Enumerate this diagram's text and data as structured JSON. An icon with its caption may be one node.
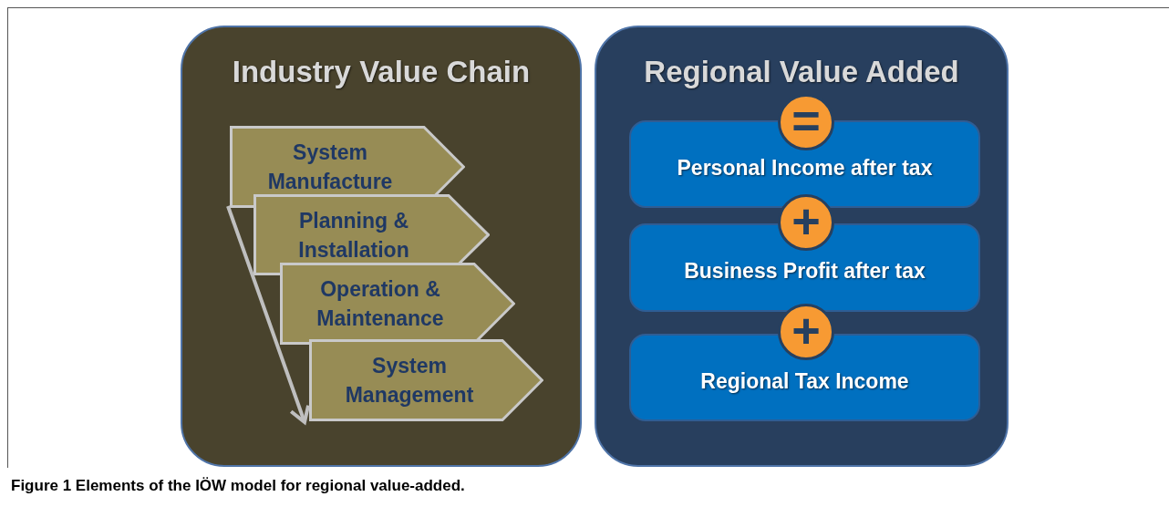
{
  "diagram": {
    "caption": "Figure 1 Elements of the IÖW model for regional value-added.",
    "nodes": [
      {
        "text": [
          "Industry Value Chain"
        ]
      },
      {
        "text": [
          "System Manufacture"
        ],
        "in": 0
      },
      {
        "text": [
          "Planning & Installation"
        ],
        "in": 0
      },
      {
        "text": [
          "Operation & Maintenance"
        ],
        "in": 0
      },
      {
        "text": [
          "System Management"
        ],
        "in": 0
      },
      {
        "text": [
          "Regional Value Added"
        ]
      },
      {
        "text": [
          "Personal Income after tax"
        ],
        "in": 5
      },
      {
        "text": [
          "Business Profit after tax"
        ],
        "in": 5
      },
      {
        "text": [
          "Regional Tax Income"
        ],
        "in": 5
      },
      {
        "text": [
          "="
        ],
        "in": 5
      },
      {
        "text": [
          "+"
        ],
        "in": 5
      },
      {
        "text": [
          "+"
        ],
        "in": 5
      }
    ],
    "edges": [
      {
        "from": 1,
        "to": 4,
        "arrow": "to",
        "color": "#bfbfbf"
      }
    ]
  }
}
